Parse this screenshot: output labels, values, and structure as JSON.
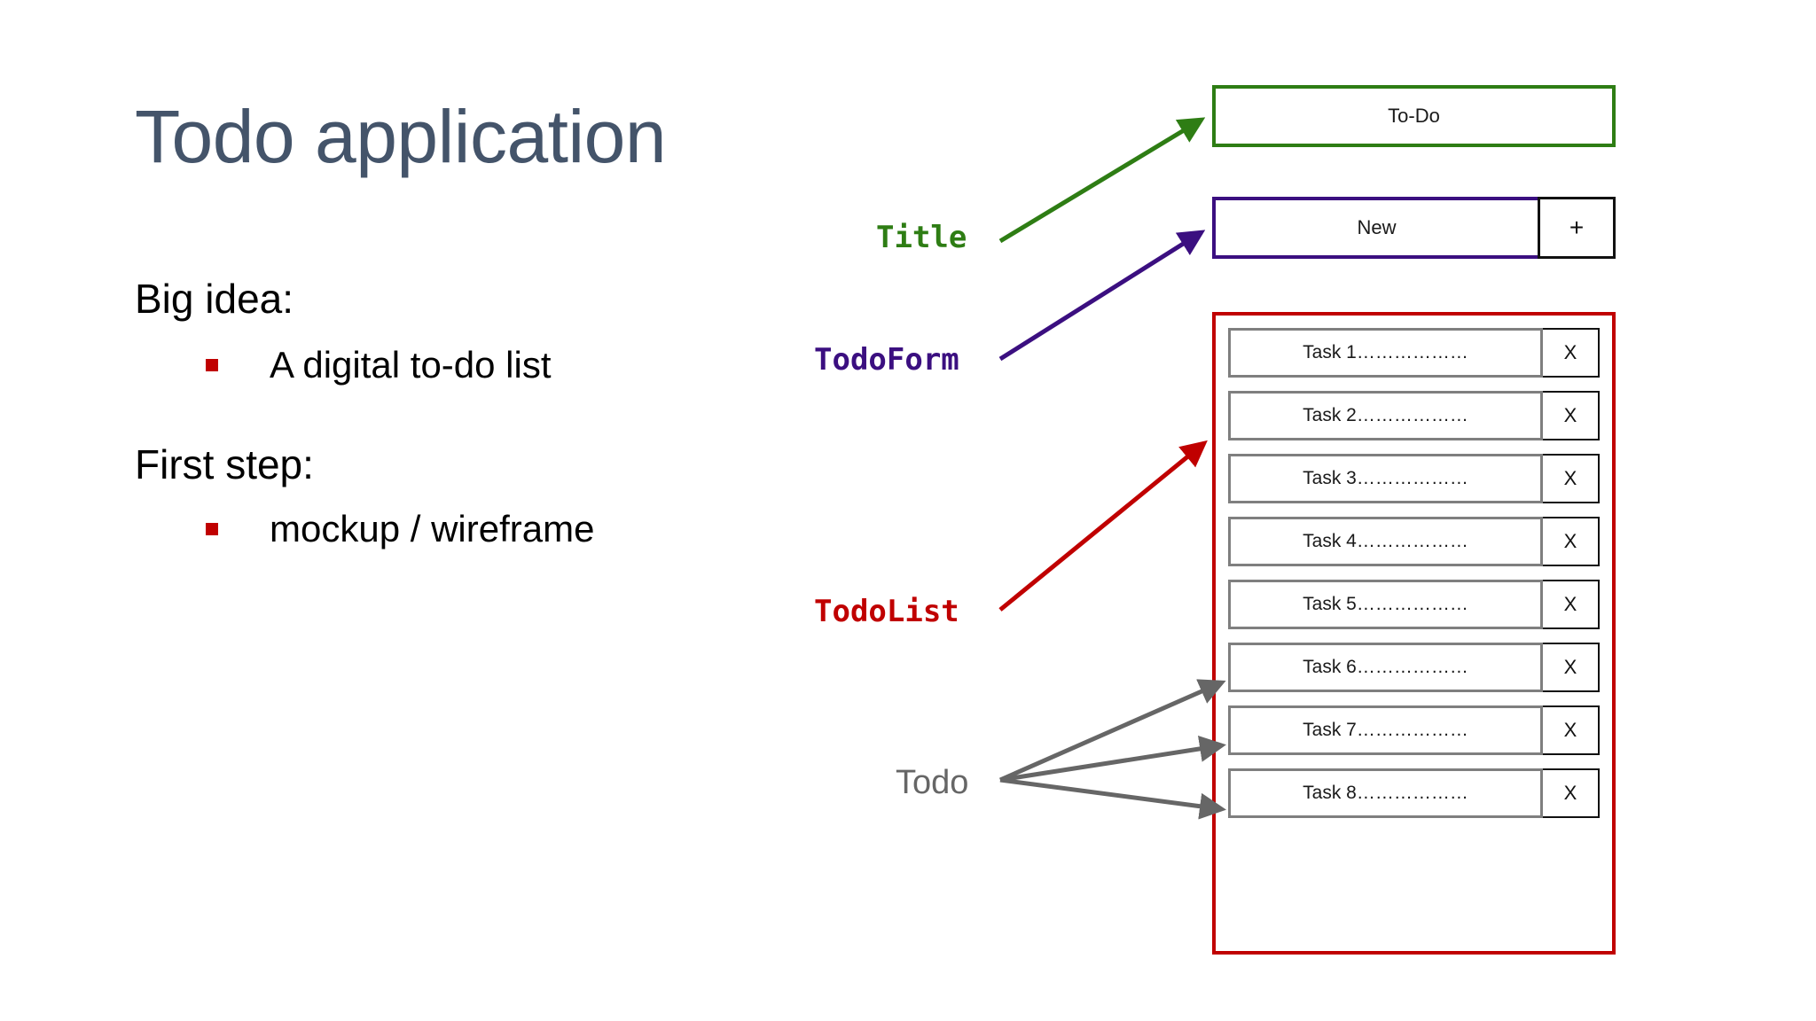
{
  "slide": {
    "title": "Todo application",
    "sections": [
      {
        "heading": "Big idea:",
        "bullets": [
          "A digital to-do list"
        ]
      },
      {
        "heading": "First step:",
        "bullets": [
          "mockup / wireframe"
        ]
      }
    ]
  },
  "colors": {
    "title_text": "#44546A",
    "bullet_marker": "#C00000",
    "title_component": "#2E7D14",
    "todoform_component": "#3B0F80",
    "todolist_component": "#C00000",
    "todo_component": "#666666",
    "task_border": "#7F7F7F",
    "button_border": "#111111"
  },
  "mockup": {
    "title_box": {
      "text": "To-Do"
    },
    "form_box": {
      "input_text": "New",
      "add_button": "+"
    },
    "list_box": {
      "tasks": [
        {
          "label": "Task 1………………",
          "delete": "X"
        },
        {
          "label": "Task 2………………",
          "delete": "X"
        },
        {
          "label": "Task 3………………",
          "delete": "X"
        },
        {
          "label": "Task 4………………",
          "delete": "X"
        },
        {
          "label": "Task 5………………",
          "delete": "X"
        },
        {
          "label": "Task 6………………",
          "delete": "X"
        },
        {
          "label": "Task 7………………",
          "delete": "X"
        },
        {
          "label": "Task 8………………",
          "delete": "X"
        }
      ]
    }
  },
  "annotations": [
    {
      "name": "title",
      "label": "Title",
      "color": "#2E7D14"
    },
    {
      "name": "todoform",
      "label": "TodoForm",
      "color": "#3B0F80"
    },
    {
      "name": "todolist",
      "label": "TodoList",
      "color": "#C00000"
    },
    {
      "name": "todo",
      "label": "Todo",
      "color": "#666666"
    }
  ]
}
